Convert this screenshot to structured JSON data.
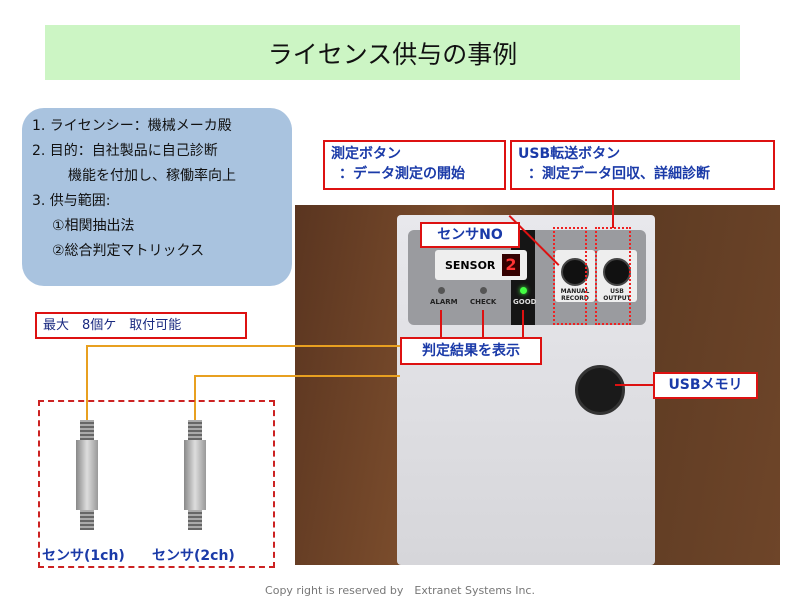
{
  "title": "ライセンス供与の事例",
  "info": [
    "1. ライセンシー：機械メーカ殿",
    "2. 目的：自社製品に自己診断",
    "機能を付加し、稼働率向上",
    "3. 供与範囲:",
    "①相関抽出法",
    "②総合判定マトリックス"
  ],
  "callouts": {
    "measure_title": "測定ボタン",
    "measure_desc": "：データ測定の開始",
    "usb_title": "USB転送ボタン",
    "usb_desc": "：測定データ回収、詳細診断",
    "sensor_no": "センサNO",
    "result": "判定結果を表示",
    "usb_memory": "USBメモリ",
    "max": "最大　8個ケ　取付可能"
  },
  "device": {
    "sensor_label": "SENSOR",
    "digit": "2",
    "alarm": "ALARM",
    "check": "CHECK",
    "good": "GOOD",
    "manual": "MANUAL RECORD",
    "usb": "USB OUTPUT"
  },
  "sensors": [
    "センサ(1ch)",
    "センサ(2ch)"
  ],
  "copyright": "Copy right is reserved by　Extranet Systems Inc."
}
